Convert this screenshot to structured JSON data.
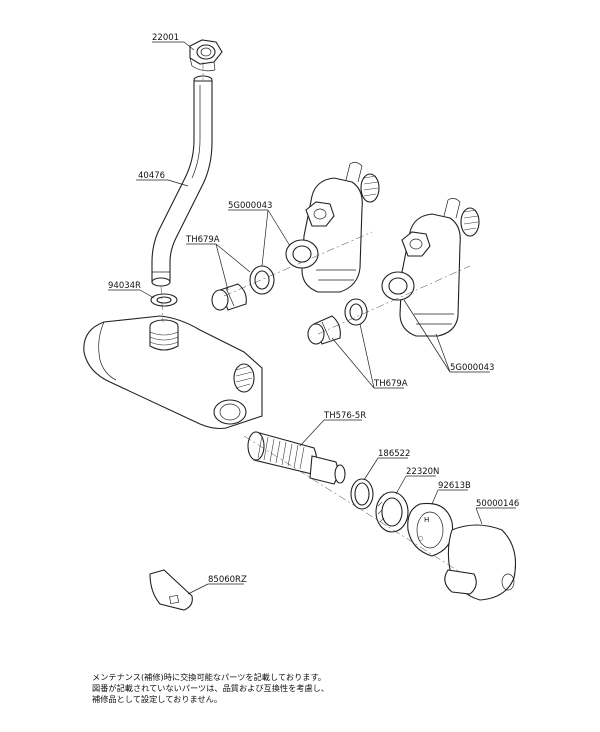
{
  "part_labels": {
    "nut": "22001",
    "pipe": "40476",
    "washer_left": "94034R",
    "valve_upper": "5G000043",
    "check_upper": "TH679A",
    "check_lower": "TH679A",
    "valve_lower": "5G000043",
    "cartridge": "TH576-5R",
    "ring": "186522",
    "cap_ring": "22320N",
    "dial_ring": "92613B",
    "handle": "50000146",
    "key": "85060RZ"
  },
  "footnote": {
    "line1": "メンテナンス(補修)時に交換可能なパーツを記載しております。",
    "line2": "図番が記載されていないパーツは、品質および互換性を考慮し、",
    "line3": "補修品として設定しておりません。"
  }
}
